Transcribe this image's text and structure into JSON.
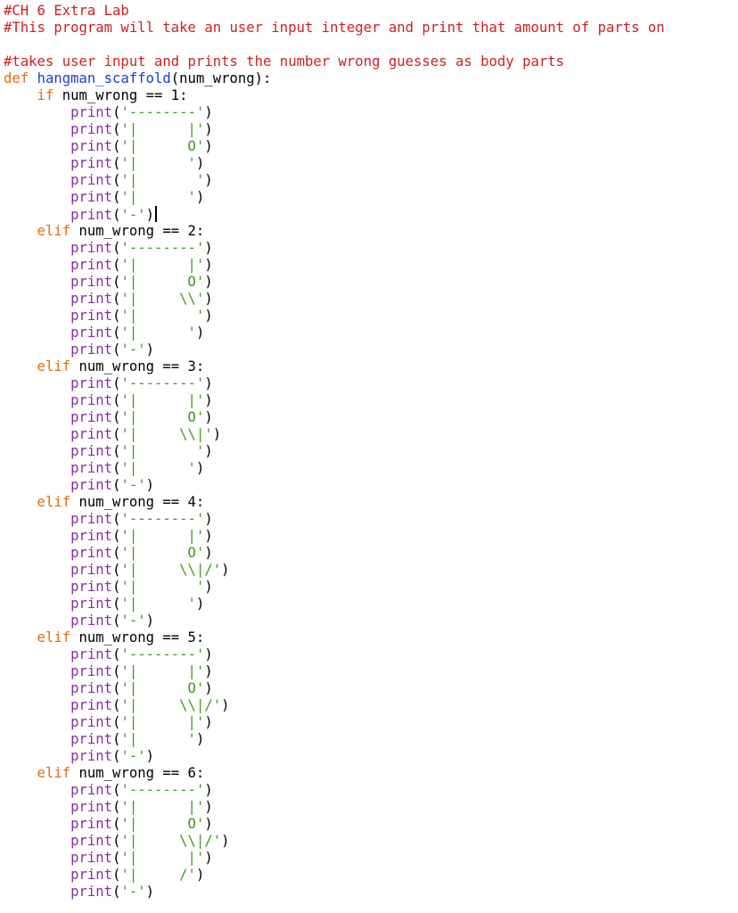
{
  "editor": {
    "colors": {
      "comment": "#d02020",
      "keyword": "#e86a0c",
      "function_name": "#1a3ed9",
      "builtin": "#8a2da8",
      "string": "#3e9a1e",
      "plain": "#000000"
    },
    "lines": [
      [
        {
          "t": "#CH 6 Extra Lab",
          "k": "comment"
        }
      ],
      [
        {
          "t": "#This program will take an user input integer and print that amount of parts on",
          "k": "comment"
        }
      ],
      [],
      [
        {
          "t": "#takes user input and prints the number wrong guesses as body parts",
          "k": "comment"
        }
      ],
      [
        {
          "t": "def ",
          "k": "keyword"
        },
        {
          "t": "hangman_scaffold",
          "k": "function_name"
        },
        {
          "t": "(num_wrong):",
          "k": "plain"
        }
      ],
      [
        {
          "t": "    if",
          "k": "keyword"
        },
        {
          "t": " num_wrong == 1:",
          "k": "plain"
        }
      ],
      [
        {
          "t": "        print",
          "k": "builtin"
        },
        {
          "t": "(",
          "k": "plain"
        },
        {
          "t": "'--------'",
          "k": "string"
        },
        {
          "t": ")",
          "k": "plain"
        }
      ],
      [
        {
          "t": "        print",
          "k": "builtin"
        },
        {
          "t": "(",
          "k": "plain"
        },
        {
          "t": "'|      |'",
          "k": "string"
        },
        {
          "t": ")",
          "k": "plain"
        }
      ],
      [
        {
          "t": "        print",
          "k": "builtin"
        },
        {
          "t": "(",
          "k": "plain"
        },
        {
          "t": "'|      O'",
          "k": "string"
        },
        {
          "t": ")",
          "k": "plain"
        }
      ],
      [
        {
          "t": "        print",
          "k": "builtin"
        },
        {
          "t": "(",
          "k": "plain"
        },
        {
          "t": "'|      '",
          "k": "string"
        },
        {
          "t": ")",
          "k": "plain"
        }
      ],
      [
        {
          "t": "        print",
          "k": "builtin"
        },
        {
          "t": "(",
          "k": "plain"
        },
        {
          "t": "'|       '",
          "k": "string"
        },
        {
          "t": ")",
          "k": "plain"
        }
      ],
      [
        {
          "t": "        print",
          "k": "builtin"
        },
        {
          "t": "(",
          "k": "plain"
        },
        {
          "t": "'|      '",
          "k": "string"
        },
        {
          "t": ")",
          "k": "plain"
        }
      ],
      [
        {
          "t": "        print",
          "k": "builtin"
        },
        {
          "t": "(",
          "k": "plain"
        },
        {
          "t": "'-'",
          "k": "string"
        },
        {
          "t": ")",
          "k": "plain"
        }
      ],
      [
        {
          "t": "    elif",
          "k": "keyword"
        },
        {
          "t": " num_wrong == 2:",
          "k": "plain"
        }
      ],
      [
        {
          "t": "        print",
          "k": "builtin"
        },
        {
          "t": "(",
          "k": "plain"
        },
        {
          "t": "'--------'",
          "k": "string"
        },
        {
          "t": ")",
          "k": "plain"
        }
      ],
      [
        {
          "t": "        print",
          "k": "builtin"
        },
        {
          "t": "(",
          "k": "plain"
        },
        {
          "t": "'|      |'",
          "k": "string"
        },
        {
          "t": ")",
          "k": "plain"
        }
      ],
      [
        {
          "t": "        print",
          "k": "builtin"
        },
        {
          "t": "(",
          "k": "plain"
        },
        {
          "t": "'|      O'",
          "k": "string"
        },
        {
          "t": ")",
          "k": "plain"
        }
      ],
      [
        {
          "t": "        print",
          "k": "builtin"
        },
        {
          "t": "(",
          "k": "plain"
        },
        {
          "t": "'|     \\\\'",
          "k": "string"
        },
        {
          "t": ")",
          "k": "plain"
        }
      ],
      [
        {
          "t": "        print",
          "k": "builtin"
        },
        {
          "t": "(",
          "k": "plain"
        },
        {
          "t": "'|       '",
          "k": "string"
        },
        {
          "t": ")",
          "k": "plain"
        }
      ],
      [
        {
          "t": "        print",
          "k": "builtin"
        },
        {
          "t": "(",
          "k": "plain"
        },
        {
          "t": "'|      '",
          "k": "string"
        },
        {
          "t": ")",
          "k": "plain"
        }
      ],
      [
        {
          "t": "        print",
          "k": "builtin"
        },
        {
          "t": "(",
          "k": "plain"
        },
        {
          "t": "'-'",
          "k": "string"
        },
        {
          "t": ")",
          "k": "plain"
        }
      ],
      [
        {
          "t": "    elif",
          "k": "keyword"
        },
        {
          "t": " num_wrong == 3:",
          "k": "plain"
        }
      ],
      [
        {
          "t": "        print",
          "k": "builtin"
        },
        {
          "t": "(",
          "k": "plain"
        },
        {
          "t": "'--------'",
          "k": "string"
        },
        {
          "t": ")",
          "k": "plain"
        }
      ],
      [
        {
          "t": "        print",
          "k": "builtin"
        },
        {
          "t": "(",
          "k": "plain"
        },
        {
          "t": "'|      |'",
          "k": "string"
        },
        {
          "t": ")",
          "k": "plain"
        }
      ],
      [
        {
          "t": "        print",
          "k": "builtin"
        },
        {
          "t": "(",
          "k": "plain"
        },
        {
          "t": "'|      O'",
          "k": "string"
        },
        {
          "t": ")",
          "k": "plain"
        }
      ],
      [
        {
          "t": "        print",
          "k": "builtin"
        },
        {
          "t": "(",
          "k": "plain"
        },
        {
          "t": "'|     \\\\|'",
          "k": "string"
        },
        {
          "t": ")",
          "k": "plain"
        }
      ],
      [
        {
          "t": "        print",
          "k": "builtin"
        },
        {
          "t": "(",
          "k": "plain"
        },
        {
          "t": "'|       '",
          "k": "string"
        },
        {
          "t": ")",
          "k": "plain"
        }
      ],
      [
        {
          "t": "        print",
          "k": "builtin"
        },
        {
          "t": "(",
          "k": "plain"
        },
        {
          "t": "'|      '",
          "k": "string"
        },
        {
          "t": ")",
          "k": "plain"
        }
      ],
      [
        {
          "t": "        print",
          "k": "builtin"
        },
        {
          "t": "(",
          "k": "plain"
        },
        {
          "t": "'-'",
          "k": "string"
        },
        {
          "t": ")",
          "k": "plain"
        }
      ],
      [
        {
          "t": "    elif",
          "k": "keyword"
        },
        {
          "t": " num_wrong == 4:",
          "k": "plain"
        }
      ],
      [
        {
          "t": "        print",
          "k": "builtin"
        },
        {
          "t": "(",
          "k": "plain"
        },
        {
          "t": "'--------'",
          "k": "string"
        },
        {
          "t": ")",
          "k": "plain"
        }
      ],
      [
        {
          "t": "        print",
          "k": "builtin"
        },
        {
          "t": "(",
          "k": "plain"
        },
        {
          "t": "'|      |'",
          "k": "string"
        },
        {
          "t": ")",
          "k": "plain"
        }
      ],
      [
        {
          "t": "        print",
          "k": "builtin"
        },
        {
          "t": "(",
          "k": "plain"
        },
        {
          "t": "'|      O'",
          "k": "string"
        },
        {
          "t": ")",
          "k": "plain"
        }
      ],
      [
        {
          "t": "        print",
          "k": "builtin"
        },
        {
          "t": "(",
          "k": "plain"
        },
        {
          "t": "'|     \\\\|/'",
          "k": "string"
        },
        {
          "t": ")",
          "k": "plain"
        }
      ],
      [
        {
          "t": "        print",
          "k": "builtin"
        },
        {
          "t": "(",
          "k": "plain"
        },
        {
          "t": "'|       '",
          "k": "string"
        },
        {
          "t": ")",
          "k": "plain"
        }
      ],
      [
        {
          "t": "        print",
          "k": "builtin"
        },
        {
          "t": "(",
          "k": "plain"
        },
        {
          "t": "'|      '",
          "k": "string"
        },
        {
          "t": ")",
          "k": "plain"
        }
      ],
      [
        {
          "t": "        print",
          "k": "builtin"
        },
        {
          "t": "(",
          "k": "plain"
        },
        {
          "t": "'-'",
          "k": "string"
        },
        {
          "t": ")",
          "k": "plain"
        }
      ],
      [
        {
          "t": "    elif",
          "k": "keyword"
        },
        {
          "t": " num_wrong == 5:",
          "k": "plain"
        }
      ],
      [
        {
          "t": "        print",
          "k": "builtin"
        },
        {
          "t": "(",
          "k": "plain"
        },
        {
          "t": "'--------'",
          "k": "string"
        },
        {
          "t": ")",
          "k": "plain"
        }
      ],
      [
        {
          "t": "        print",
          "k": "builtin"
        },
        {
          "t": "(",
          "k": "plain"
        },
        {
          "t": "'|      |'",
          "k": "string"
        },
        {
          "t": ")",
          "k": "plain"
        }
      ],
      [
        {
          "t": "        print",
          "k": "builtin"
        },
        {
          "t": "(",
          "k": "plain"
        },
        {
          "t": "'|      O'",
          "k": "string"
        },
        {
          "t": ")",
          "k": "plain"
        }
      ],
      [
        {
          "t": "        print",
          "k": "builtin"
        },
        {
          "t": "(",
          "k": "plain"
        },
        {
          "t": "'|     \\\\|/'",
          "k": "string"
        },
        {
          "t": ")",
          "k": "plain"
        }
      ],
      [
        {
          "t": "        print",
          "k": "builtin"
        },
        {
          "t": "(",
          "k": "plain"
        },
        {
          "t": "'|      |'",
          "k": "string"
        },
        {
          "t": ")",
          "k": "plain"
        }
      ],
      [
        {
          "t": "        print",
          "k": "builtin"
        },
        {
          "t": "(",
          "k": "plain"
        },
        {
          "t": "'|      '",
          "k": "string"
        },
        {
          "t": ")",
          "k": "plain"
        }
      ],
      [
        {
          "t": "        print",
          "k": "builtin"
        },
        {
          "t": "(",
          "k": "plain"
        },
        {
          "t": "'-'",
          "k": "string"
        },
        {
          "t": ")",
          "k": "plain"
        }
      ],
      [
        {
          "t": "    elif",
          "k": "keyword"
        },
        {
          "t": " num_wrong == 6:",
          "k": "plain"
        }
      ],
      [
        {
          "t": "        print",
          "k": "builtin"
        },
        {
          "t": "(",
          "k": "plain"
        },
        {
          "t": "'--------'",
          "k": "string"
        },
        {
          "t": ")",
          "k": "plain"
        }
      ],
      [
        {
          "t": "        print",
          "k": "builtin"
        },
        {
          "t": "(",
          "k": "plain"
        },
        {
          "t": "'|      |'",
          "k": "string"
        },
        {
          "t": ")",
          "k": "plain"
        }
      ],
      [
        {
          "t": "        print",
          "k": "builtin"
        },
        {
          "t": "(",
          "k": "plain"
        },
        {
          "t": "'|      O'",
          "k": "string"
        },
        {
          "t": ")",
          "k": "plain"
        }
      ],
      [
        {
          "t": "        print",
          "k": "builtin"
        },
        {
          "t": "(",
          "k": "plain"
        },
        {
          "t": "'|     \\\\|/'",
          "k": "string"
        },
        {
          "t": ")",
          "k": "plain"
        }
      ],
      [
        {
          "t": "        print",
          "k": "builtin"
        },
        {
          "t": "(",
          "k": "plain"
        },
        {
          "t": "'|      |'",
          "k": "string"
        },
        {
          "t": ")",
          "k": "plain"
        }
      ],
      [
        {
          "t": "        print",
          "k": "builtin"
        },
        {
          "t": "(",
          "k": "plain"
        },
        {
          "t": "'|     /'",
          "k": "string"
        },
        {
          "t": ")",
          "k": "plain"
        }
      ],
      [
        {
          "t": "        print",
          "k": "builtin"
        },
        {
          "t": "(",
          "k": "plain"
        },
        {
          "t": "'-'",
          "k": "string"
        },
        {
          "t": ")",
          "k": "plain"
        }
      ]
    ],
    "cursor_line": 12
  }
}
